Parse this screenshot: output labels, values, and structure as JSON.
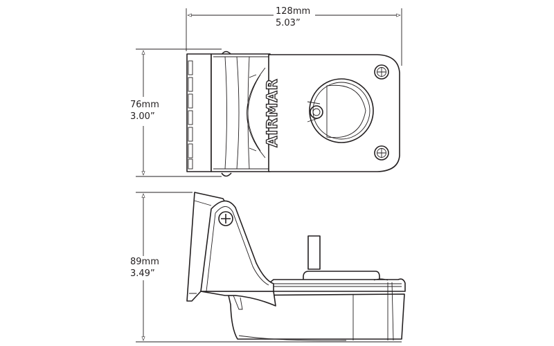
{
  "dimensions": {
    "width": {
      "mm": "128mm",
      "inch": "5.03”"
    },
    "top_height": {
      "mm": "76mm",
      "inch": "3.00”"
    },
    "side_height": {
      "mm": "89mm",
      "inch": "3.49”"
    }
  },
  "brand": "AIRMAR",
  "colors": {
    "line": "#231f20",
    "background": "#ffffff"
  }
}
